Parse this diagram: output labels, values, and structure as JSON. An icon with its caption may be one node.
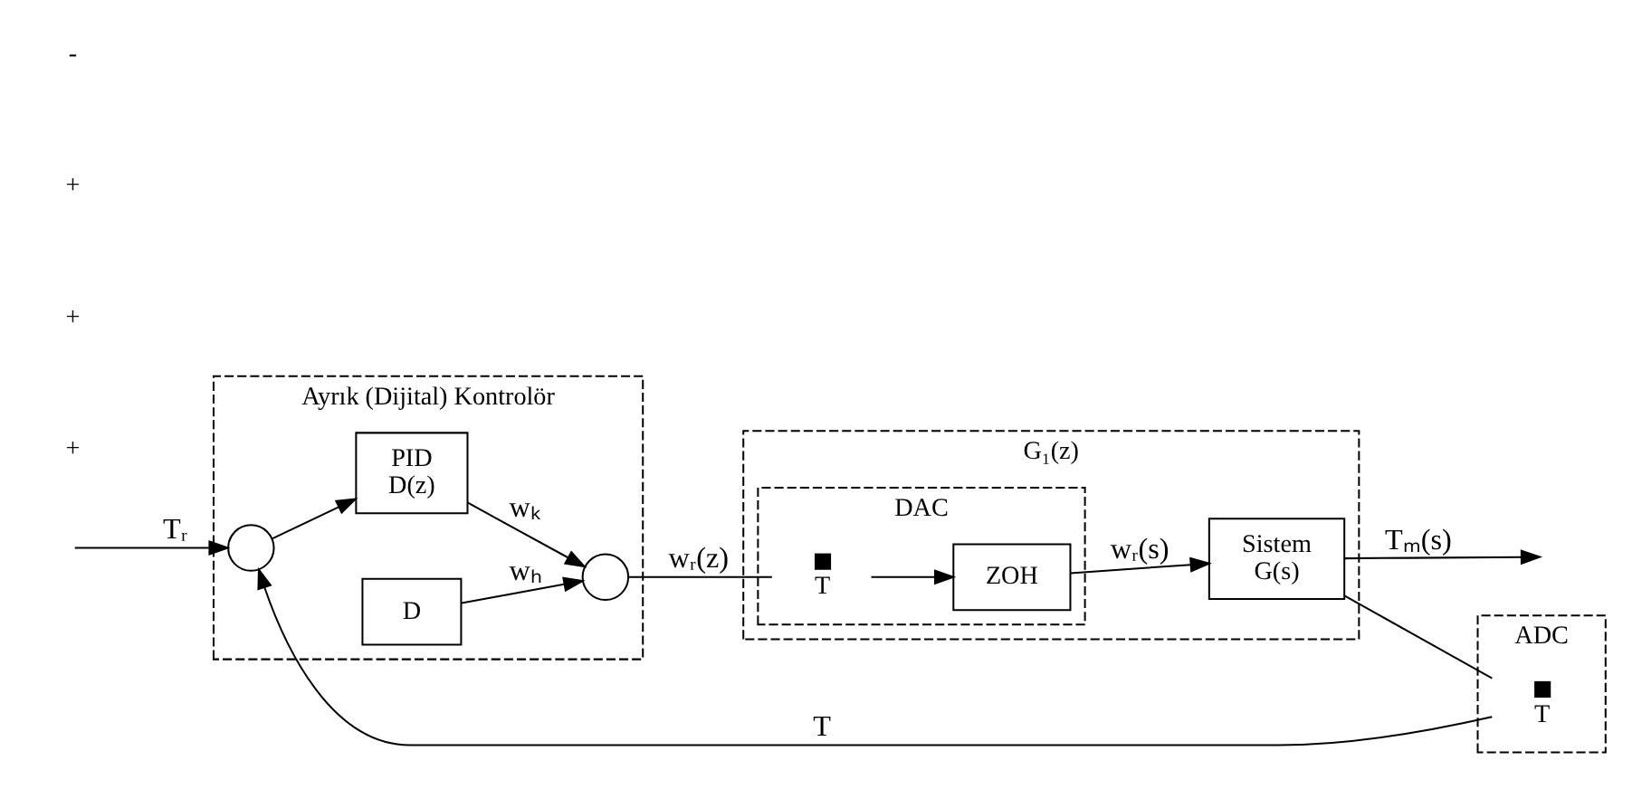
{
  "diagram": {
    "nodes": [
      {
        "text": [
          "Ayrık (Dijital) Kontrolör"
        ]
      },
      {
        "text": [],
        "shape": "circle",
        "in": 0
      },
      {
        "text": [
          "PID",
          "D(z)"
        ],
        "in": 0
      },
      {
        "text": [
          "D"
        ],
        "in": 0
      },
      {
        "text": [],
        "shape": "circle",
        "in": 0
      },
      {
        "text": [
          "G₁(z)"
        ]
      },
      {
        "text": [
          "DAC"
        ],
        "in": 5
      },
      {
        "text": [],
        "shape": "switch",
        "beside": [
          "T"
        ],
        "in": 6
      },
      {
        "text": [
          "ZOH"
        ],
        "in": 6
      },
      {
        "text": [
          "Sistem",
          "G(s)"
        ],
        "in": 5
      },
      {
        "text": [
          "ADC"
        ]
      },
      {
        "text": [],
        "shape": "switch",
        "beside": [
          "T"
        ],
        "in": 10
      }
    ],
    "edges": [
      {
        "from": null,
        "to": 1,
        "arrow": "to",
        "label": "Tᵣ"
      },
      {
        "from": 1,
        "to": 2,
        "arrow": "to"
      },
      {
        "from": 2,
        "to": 4,
        "arrow": "to",
        "label": "wₖ"
      },
      {
        "from": 3,
        "to": 4,
        "arrow": "to",
        "label": "wₕ"
      },
      {
        "from": 4,
        "to": 7,
        "arrow": "none",
        "label": "wᵣ(z)"
      },
      {
        "from": 7,
        "to": 8,
        "arrow": "to"
      },
      {
        "from": 8,
        "to": 9,
        "arrow": "to",
        "label": "wᵣ(s)"
      },
      {
        "from": 9,
        "to": null,
        "arrow": "to",
        "label": "Tₘ(s)"
      },
      {
        "from": 9,
        "to": 11,
        "arrow": "none"
      },
      {
        "from": 11,
        "to": 1,
        "arrow": "to",
        "label": "T"
      }
    ],
    "labels": [
      "+",
      "+",
      "+",
      "-"
    ]
  }
}
